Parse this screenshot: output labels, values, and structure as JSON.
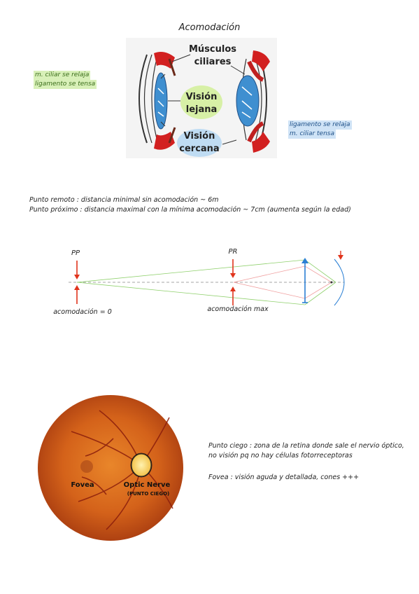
{
  "title": "Acomodación",
  "figure1": {
    "muscles_label_line1": "Músculos",
    "muscles_label_line2": "ciliares",
    "far_label_line1": "Visión",
    "far_label_line2": "lejana",
    "near_label_line1": "Visión",
    "near_label_line2": "cercana"
  },
  "notes_left": {
    "line1": "m. ciliar se relaja",
    "line2": "ligamento se tensa",
    "color": "#d8f0b8"
  },
  "notes_right": {
    "line1": "ligamento se relaja",
    "line2": "m. ciliar tensa",
    "color": "#cfe3f6"
  },
  "definitions": {
    "remote": "Punto remoto : distancia minimal sin acomodación ~ 6m",
    "near": "Punto próximo : distancia maximal con la mínima acomodación ~ 7cm (aumenta según la edad)"
  },
  "ray_diagram": {
    "pp_label": "PP",
    "pr_label": "PR",
    "accom_zero": "acomodación = 0",
    "accom_max": "acomodación max",
    "arrow_color": "#e0341c",
    "lens_color": "#2a7fd4"
  },
  "retina": {
    "fovea_label": "Fovea",
    "optic_label": "Optic Nerve",
    "blind_label": "(PUNTO CIEGO)"
  },
  "blind_spot_text": "Punto ciego : zona de la retina donde sale el nervio óptico, no visión pq no hay células fotorreceptoras",
  "fovea_text": "Fovea : visión aguda y detallada, cones +++"
}
